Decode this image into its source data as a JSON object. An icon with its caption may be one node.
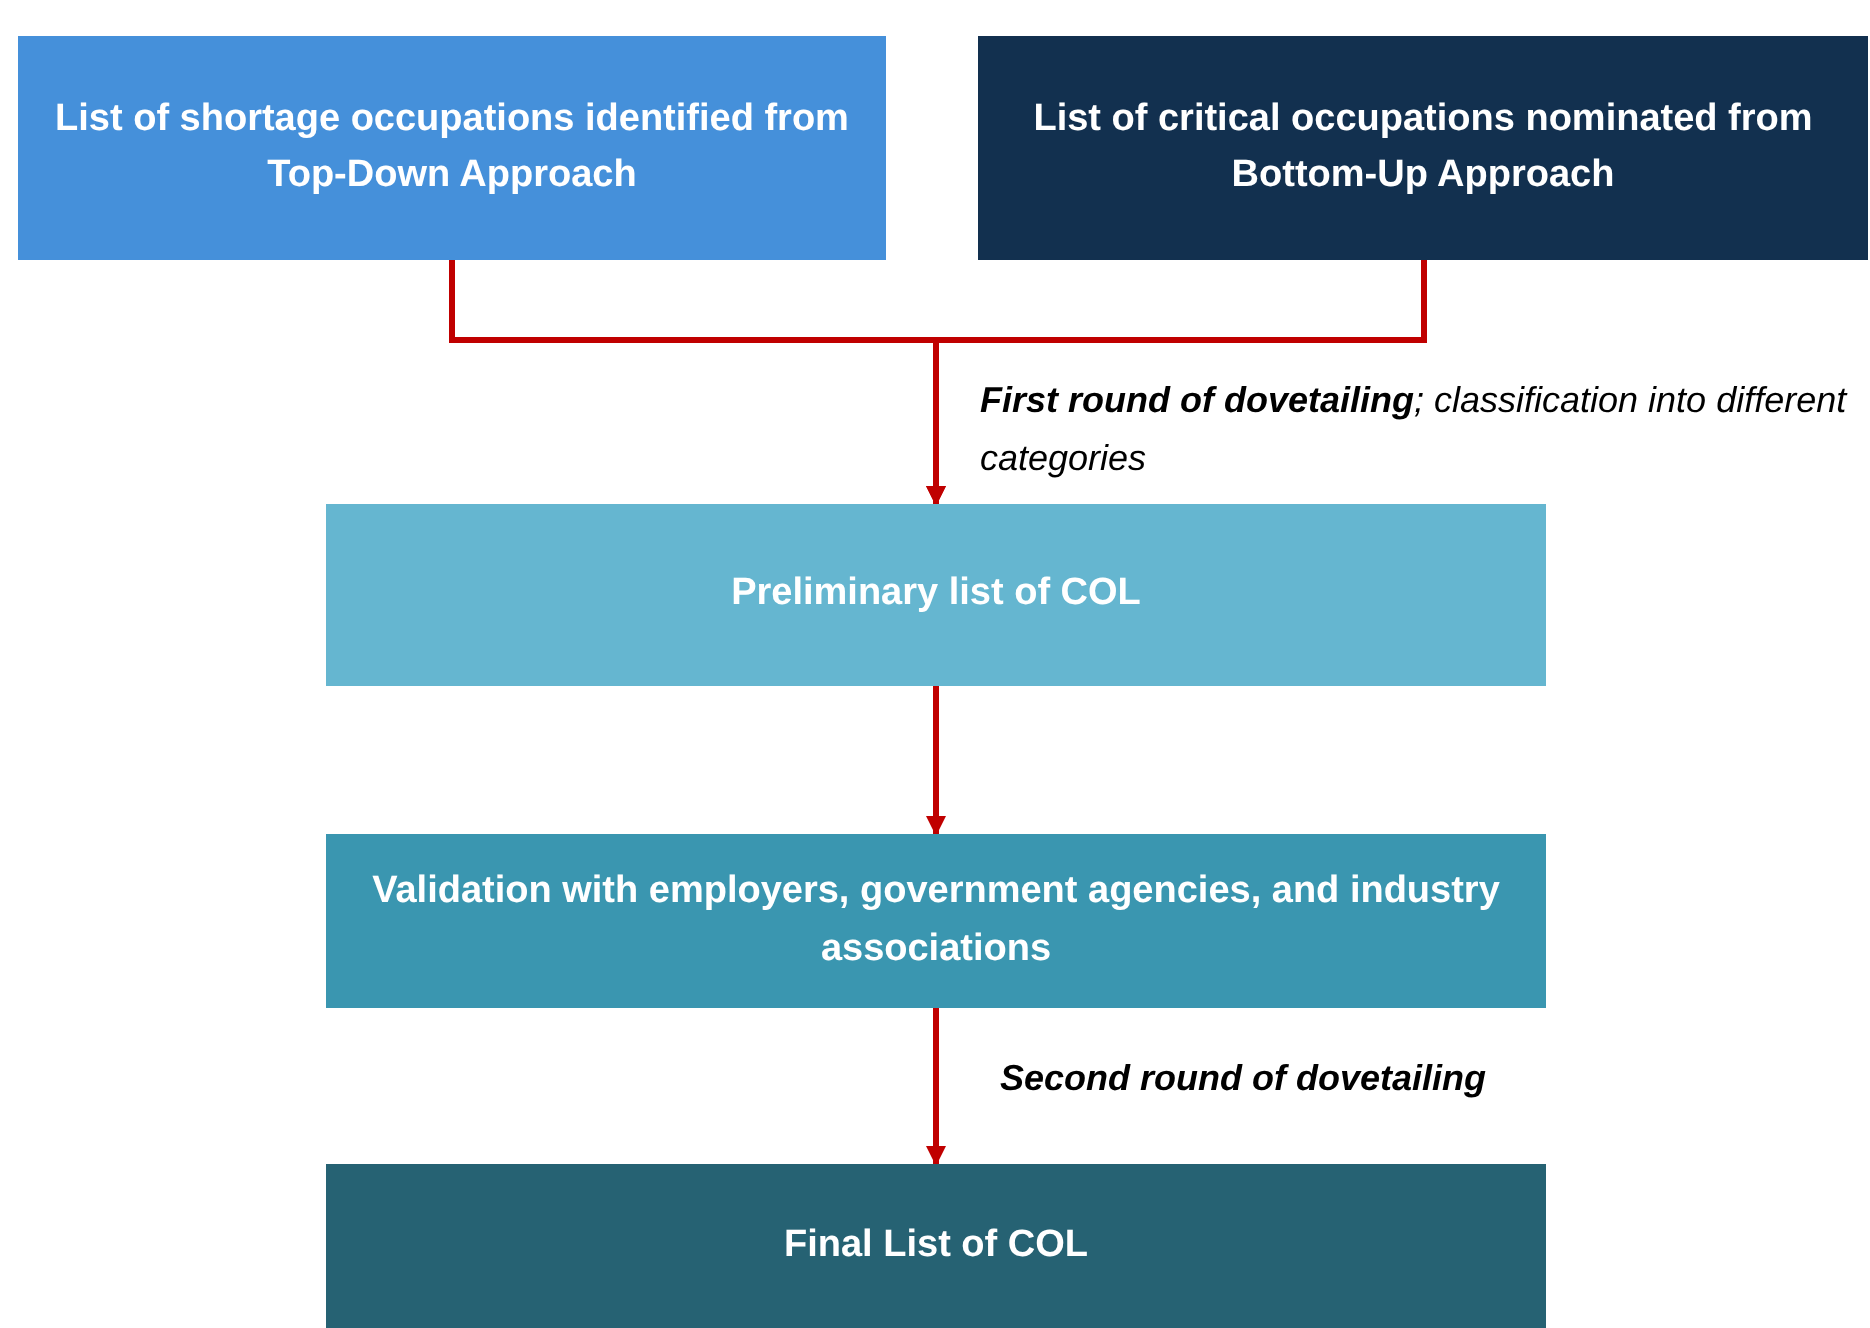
{
  "diagram": {
    "nodes": [
      {
        "text": [
          "List of shortage occupations identified from Top-Down Approach"
        ]
      },
      {
        "text": [
          "List of critical occupations nominated from Bottom-Up Approach"
        ]
      },
      {
        "text": [
          "Preliminary list of COL"
        ]
      },
      {
        "text": [
          "Validation with employers, government agencies, and industry associations"
        ]
      },
      {
        "text": [
          "Final List of COL"
        ]
      }
    ],
    "edges": [
      {
        "from": 0,
        "to": 2,
        "arrow": "to",
        "label": "**First round of dovetailing**; classification into different categories"
      },
      {
        "from": 1,
        "to": 2,
        "arrow": "to"
      },
      {
        "from": 2,
        "to": 3,
        "arrow": "to"
      },
      {
        "from": 3,
        "to": 4,
        "arrow": "to",
        "label": "Second round of dovetailing"
      }
    ]
  }
}
